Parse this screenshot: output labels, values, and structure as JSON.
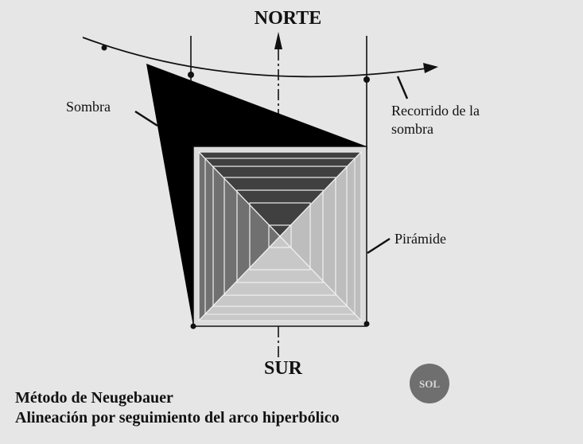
{
  "labels": {
    "north": "NORTE",
    "south": "SUR",
    "shadow": "Sombra",
    "shadow_path_line1": "Recorrido de la",
    "shadow_path_line2": "sombra",
    "pyramid": "Pirámide",
    "sun": "SOL"
  },
  "caption": {
    "line1": "Método de Neugebauer",
    "line2": "Alineación por seguimiento del arco hiperbólico"
  },
  "colors": {
    "background": "#e6e6e6",
    "shadow": "#000000",
    "sun": "#6f6f6f",
    "face_dark": "#404040",
    "face_mid": "#707070",
    "face_light": "#bdbdbd",
    "face_lightest": "#c8c8c8"
  }
}
